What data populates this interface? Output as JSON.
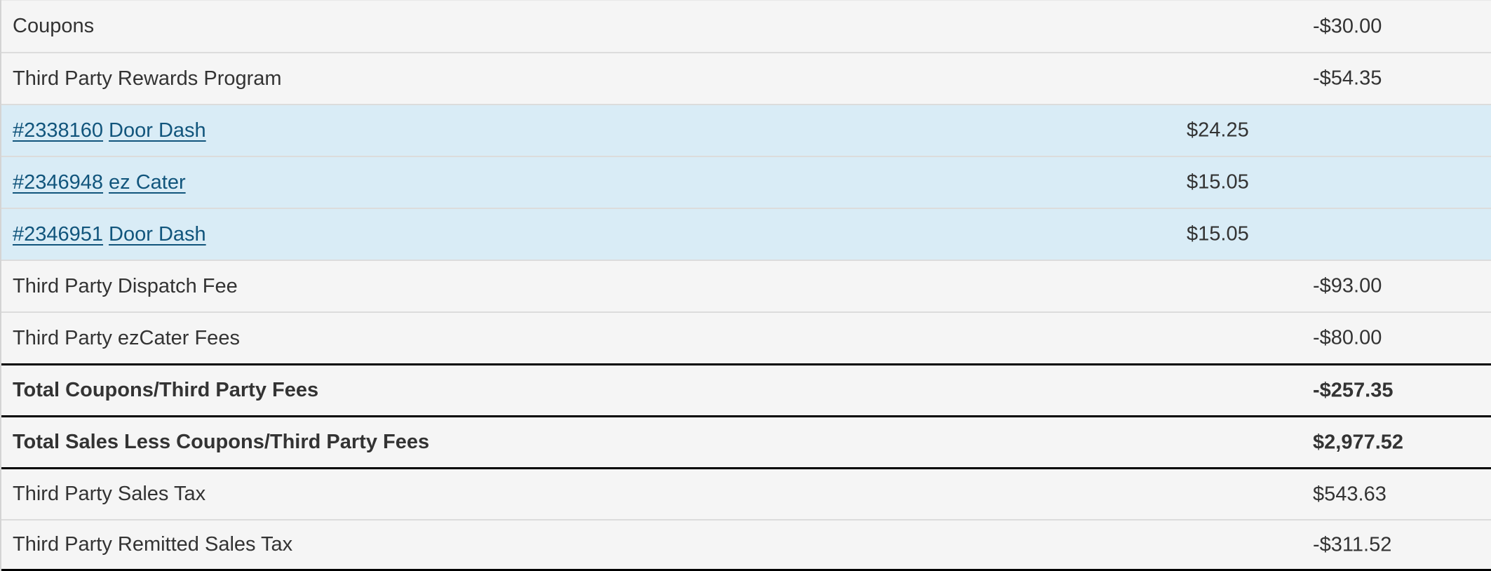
{
  "colors": {
    "bg_gray": "#f5f5f5",
    "bg_blue": "#d9ecf6",
    "text": "#333333",
    "link": "#11557c",
    "divider_light": "#dcdcdc",
    "divider_faint": "#e8e8e8",
    "divider_heavy": "#000000",
    "left_border": "#d4d4d4"
  },
  "table": {
    "rows": [
      {
        "label": "Coupons",
        "amount": "-$30.00",
        "kind": "category",
        "highlight": false,
        "bold": false,
        "divider_above": "faint",
        "amount_col": "right"
      },
      {
        "label": "Third Party Rewards Program",
        "amount": "-$54.35",
        "kind": "category",
        "highlight": false,
        "bold": false,
        "divider_above": "light",
        "amount_col": "right"
      },
      {
        "links": [
          {
            "text": "#2338160",
            "name": "order-number-link"
          },
          {
            "text": "Door Dash",
            "name": "vendor-link"
          }
        ],
        "amount": "$24.25",
        "kind": "order",
        "highlight": true,
        "bold": false,
        "divider_above": "light",
        "amount_col": "mid"
      },
      {
        "links": [
          {
            "text": "#2346948",
            "name": "order-number-link"
          },
          {
            "text": "ez Cater",
            "name": "vendor-link"
          }
        ],
        "amount": "$15.05",
        "kind": "order",
        "highlight": true,
        "bold": false,
        "divider_above": "light",
        "amount_col": "mid"
      },
      {
        "links": [
          {
            "text": "#2346951",
            "name": "order-number-link"
          },
          {
            "text": "Door Dash",
            "name": "vendor-link"
          }
        ],
        "amount": "$15.05",
        "kind": "order",
        "highlight": true,
        "bold": false,
        "divider_above": "light",
        "amount_col": "mid"
      },
      {
        "label": "Third Party Dispatch Fee",
        "amount": "-$93.00",
        "kind": "category",
        "highlight": false,
        "bold": false,
        "divider_above": "light",
        "amount_col": "right"
      },
      {
        "label": "Third Party ezCater Fees",
        "amount": "-$80.00",
        "kind": "category",
        "highlight": false,
        "bold": false,
        "divider_above": "light",
        "amount_col": "right"
      },
      {
        "label": "Total Coupons/Third Party Fees",
        "amount": "-$257.35",
        "kind": "total",
        "highlight": false,
        "bold": true,
        "divider_above": "heavy",
        "amount_col": "right"
      },
      {
        "label": "Total Sales Less Coupons/Third Party Fees",
        "amount": "$2,977.52",
        "kind": "total",
        "highlight": false,
        "bold": true,
        "divider_above": "heavy",
        "amount_col": "right"
      },
      {
        "label": "Third Party Sales Tax",
        "amount": "$543.63",
        "kind": "category",
        "highlight": false,
        "bold": false,
        "divider_above": "heavy",
        "amount_col": "right"
      },
      {
        "label": "Third Party Remitted Sales Tax",
        "amount": "-$311.52",
        "kind": "category",
        "highlight": false,
        "bold": false,
        "divider_above": "light",
        "divider_below": "heavy",
        "amount_col": "right"
      }
    ]
  }
}
